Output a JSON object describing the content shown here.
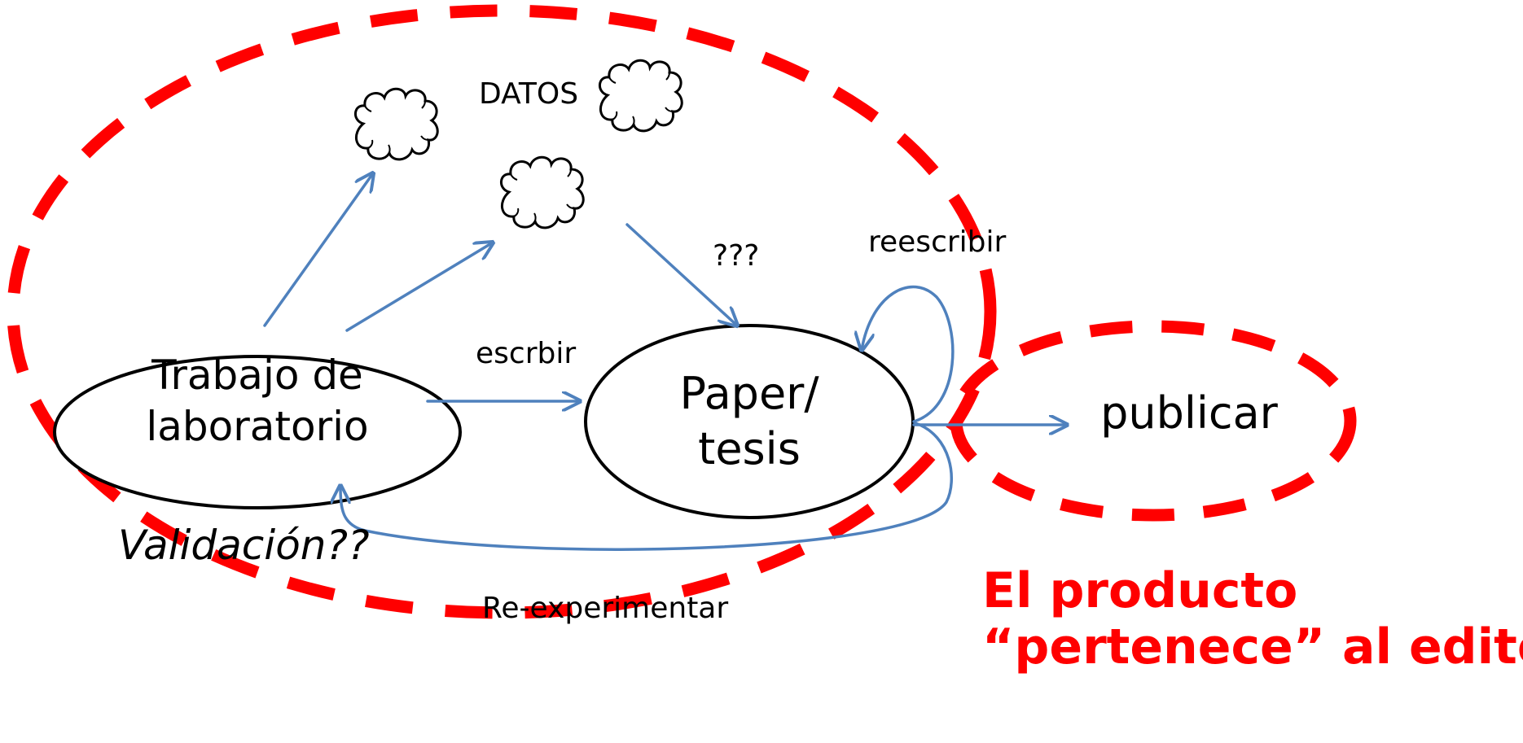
{
  "labels": {
    "datos": "DATOS",
    "unknown": "???",
    "reescribir": "reescribir",
    "escribir": "escrbir",
    "validacion": "Validación??",
    "reexperimentar": "Re-experimentar"
  },
  "nodes": {
    "lab_line1": "Trabajo de",
    "lab_line2": "laboratorio",
    "paper_line1": "Paper/",
    "paper_line2": "tesis",
    "publicar": "publicar"
  },
  "note": {
    "line1": "El producto",
    "line2": "“pertenece” al editor"
  },
  "colors": {
    "dashed_boundary": "#ff0000",
    "arrow": "#4f81bd",
    "node_stroke": "#000000",
    "note_text": "#ff0000"
  }
}
